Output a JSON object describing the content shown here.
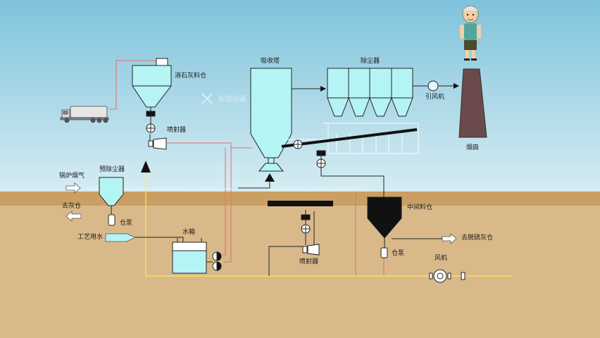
{
  "labels": {
    "lime_silo": "消石灰料仓",
    "absorber": "吸收塔",
    "dust_collector": "除尘器",
    "induced_fan": "引风机",
    "chimney": "烟囱",
    "ejector_top": "喷射器",
    "boiler_flue_gas": "锅炉烟气",
    "pre_dust_collector": "预除尘器",
    "to_ash_silo": "去灰仓",
    "silo_pump_left": "仓泵",
    "process_water": "工艺用水",
    "water_tank": "水箱",
    "intermediate_silo": "中间料仓",
    "to_desulf_ash_silo": "去脱硫灰仓",
    "silo_pump_right": "仓泵",
    "ejector_bottom": "喷射器",
    "fan": "风机"
  },
  "watermark": "宏观动画",
  "colors": {
    "sky_top": "#7fc3dc",
    "sky_bottom": "#d6ecf2",
    "ground": "#d9b98a",
    "ground_band": "#caa062",
    "vessel": "#b5f4f4",
    "chimney": "#6a4a4a",
    "gas_line": "#e0706a",
    "air_line": "#f6ea5a"
  }
}
